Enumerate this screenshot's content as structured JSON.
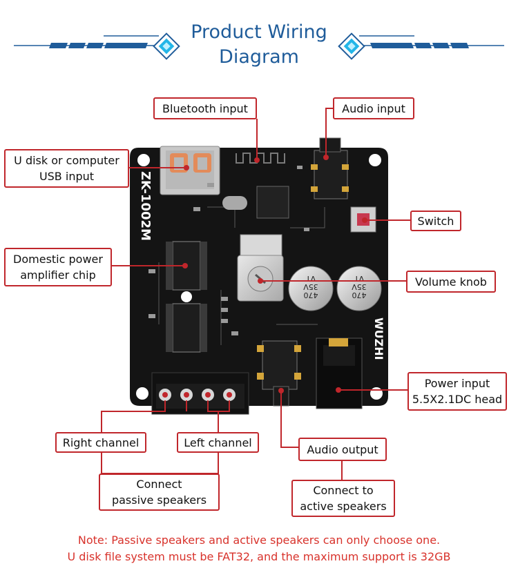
{
  "title": {
    "line1": "Product Wiring",
    "line2": "Diagram"
  },
  "board": {
    "model": "ZK-1002M",
    "brand": "WUZHI",
    "cap_text_1": "470",
    "cap_text_2": "35V",
    "cap_text_3": "VT"
  },
  "labels": {
    "bluetooth": "Bluetooth input",
    "audio_input": "Audio input",
    "usb_line1": "U disk or computer",
    "usb_line2": "USB input",
    "switch": "Switch",
    "amp_line1": "Domestic power",
    "amp_line2": "amplifier chip",
    "volume": "Volume knob",
    "power_line1": "Power input",
    "power_line2": "5.5X2.1DC head",
    "right_channel": "Right channel",
    "left_channel": "Left channel",
    "audio_output": "Audio output",
    "passive_line1": "Connect",
    "passive_line2": "passive speakers",
    "active_line1": "Connect to",
    "active_line2": "active speakers"
  },
  "notes": {
    "line1": "Note: Passive speakers and active speakers can only choose one.",
    "line2": "U disk file system must be FAT32, and the maximum support is 32GB"
  },
  "colors": {
    "title": "#1f5c9a",
    "accent_red": "#c0262b",
    "note_red": "#d8322b",
    "board": "#141414"
  }
}
